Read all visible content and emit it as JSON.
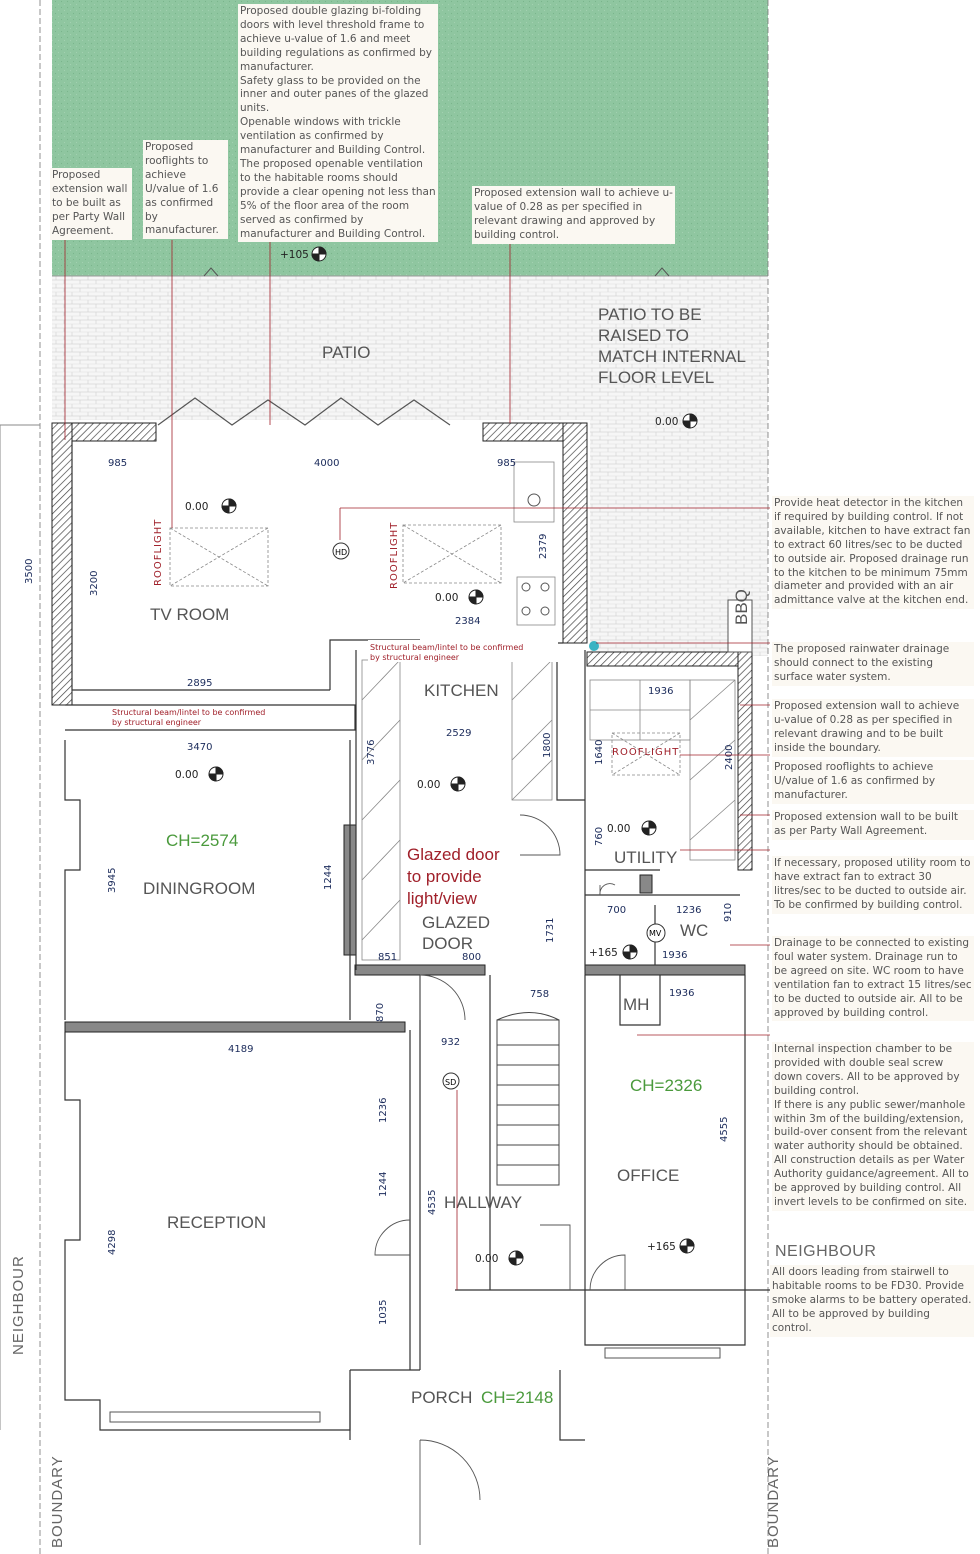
{
  "rooms": {
    "patio": "PATIO",
    "patio_raised": [
      "PATIO TO BE",
      "RAISED TO",
      "MATCH INTERNAL",
      "FLOOR LEVEL"
    ],
    "tv_room": "TV ROOM",
    "kitchen": "KITCHEN",
    "dining": "DININGROOM",
    "reception": "RECEPTION",
    "hallway": "HALLWAY",
    "porch": "PORCH",
    "utility": "UTILITY",
    "wc": "WC",
    "office": "OFFICE",
    "bbq": "BBQ",
    "mh": "MH",
    "glazed_door": [
      "GLAZED",
      "DOOR"
    ]
  },
  "heights": {
    "dining": "CH=2574",
    "office": "CH=2326",
    "porch": "CH=2148"
  },
  "glazed_door_note": [
    "Glazed door",
    "to provide",
    "light/view"
  ],
  "rooflight_label": "ROOFLIGHT",
  "symbols": {
    "heat_detector": "HD",
    "smoke_detector": "SD",
    "mech_vent": "MV"
  },
  "levels": {
    "garden": "+105",
    "patio": "0.00",
    "tv_room_left": "0.00",
    "tv_room_right": "0.00",
    "dining": "0.00",
    "kitchen": "0.00",
    "utility": "0.00",
    "wc": "+165",
    "hallway": "0.00",
    "office": "+165"
  },
  "dimensions": {
    "d985a": "985",
    "d4000": "4000",
    "d985b": "985",
    "d3500": "3500",
    "d3200": "3200",
    "d2379": "2379",
    "d2384": "2384",
    "d2895": "2895",
    "d3470": "3470",
    "d2529": "2529",
    "d3776": "3776",
    "d1800": "1800",
    "d1936a": "1936",
    "d1640": "1640",
    "d2400": "2400",
    "d760": "760",
    "d3945": "3945",
    "d1244a": "1244",
    "d700": "700",
    "d1236a": "1236",
    "d910": "910",
    "d1936b": "1936",
    "d851": "851",
    "d800": "800",
    "d1731": "1731",
    "d758": "758",
    "d1936c": "1936",
    "d870": "870",
    "d932": "932",
    "d4189": "4189",
    "d1236b": "1236",
    "d1244b": "1244",
    "d4535": "4535",
    "d4298": "4298",
    "d1035": "1035",
    "d4555": "4555"
  },
  "beam_notes": {
    "kitchen": [
      "Structural beam/lintel to be confirmed",
      "by structural engineer"
    ],
    "dining": [
      "Structural beam/lintel to be confirmed",
      "by structural engineer"
    ]
  },
  "boundary": "BOUNDARY",
  "neighbour": "NEIGHBOUR",
  "notes": {
    "bifold": "Proposed double glazing bi-folding doors with level threshold frame to achieve u-value of 1.6 and meet building regulations as confirmed by manufacturer.\nSafety glass to be provided on the inner and outer panes of the glazed units.\nOpenable windows with trickle ventilation as confirmed by manufacturer and Building Control.\nThe proposed openable ventilation to the habitable rooms should provide a clear opening not less than 5% of the floor area of the room served as confirmed by manufacturer and Building Control.",
    "party_wall_top": "Proposed extension wall to be built as per Party Wall Agreement.",
    "rooflights_top": "Proposed rooflights to achieve U/value of 1.6 as confirmed by manufacturer.",
    "ext_wall_top": "Proposed extension wall to achieve u-value of 0.28 as per specified in relevant drawing and approved by building control.",
    "heat_detector": "Provide heat detector in the kitchen if required by building control. If not available, kitchen to have extract fan to extract 60 litres/sec to be ducted to outside air. Proposed drainage run to the kitchen to be minimum 75mm diameter and provided with an air admittance valve at the kitchen end.",
    "rainwater": "The proposed rainwater drainage should connect to the existing surface water system.",
    "ext_wall_right": "Proposed extension wall to achieve u-value of 0.28 as per specified in relevant drawing and to be built inside the boundary.",
    "rooflights_right": "Proposed rooflights to achieve U/value of 1.6 as confirmed by manufacturer.",
    "party_wall_right": "Proposed extension wall to be built as per Party Wall Agreement.",
    "utility_fan": "If necessary, proposed utility room to have extract fan to extract 30 litres/sec to be ducted to outside air. To be confirmed by building control.",
    "drainage": "Drainage to be connected to existing foul water system. Drainage run to be agreed on site. WC room to have ventilation fan to extract 15 litres/sec to be ducted to outside air. All to be approved by building control.",
    "inspection": "Internal inspection chamber to be provided with double seal screw down covers. All to be approved by building control.\nIf there is any public sewer/manhole within 3m of the building/extension, build-over consent from the relevant water authority should be obtained. All construction details as per Water Authority guidance/agreement. All to be approved by building control. All invert levels to be confirmed on site.",
    "fd30": "All doors leading from stairwell to habitable rooms to be FD30. Provide smoke alarms to be battery operated. All to be approved by building control."
  }
}
